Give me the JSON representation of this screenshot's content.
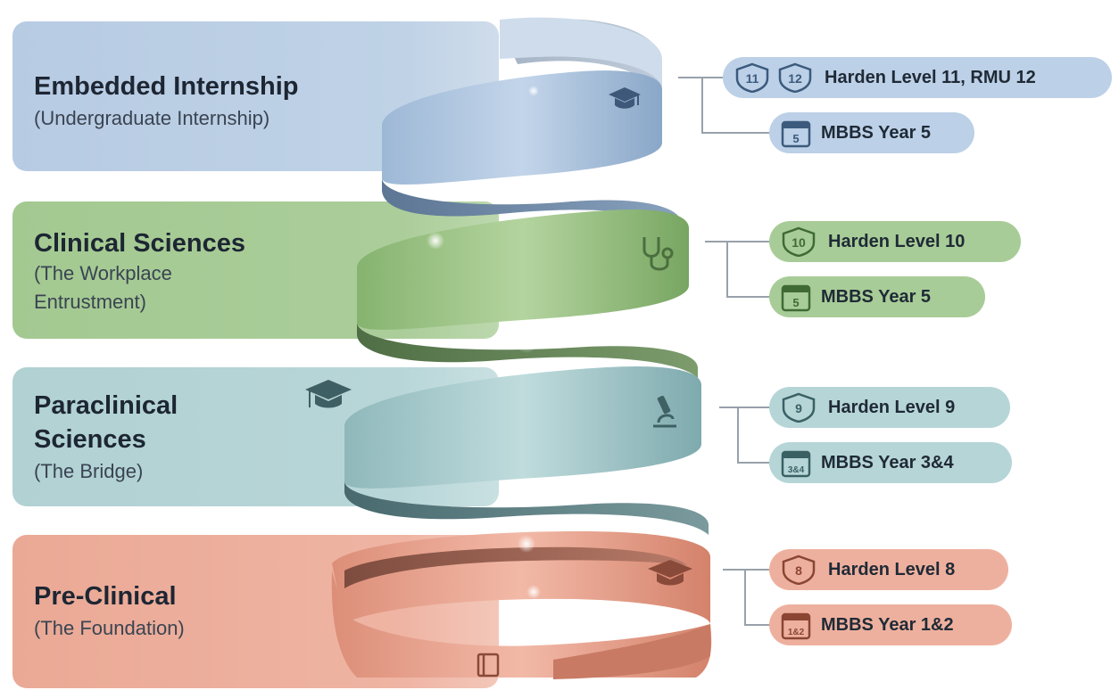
{
  "colors": {
    "blue": "#b9cde4",
    "green": "#a6ca94",
    "teal": "#b4d3d5",
    "salmon": "#ecab98"
  },
  "stages": [
    {
      "title": "Embedded Internship",
      "subtitle": "(Undergraduate Internship)",
      "level_badges": [
        "11",
        "12"
      ],
      "level_label": "Harden Level 11, RMU 12",
      "year_badge": "5",
      "year_label": "MBBS Year 5",
      "icon": "graduation-cap-icon"
    },
    {
      "title": "Clinical Sciences",
      "subtitle_lines": [
        "(The Workplace",
        "Entrustment)"
      ],
      "level_badges": [
        "10"
      ],
      "level_label": "Harden Level 10",
      "year_badge": "5",
      "year_label": "MBBS Year 5",
      "icon": "stethoscope-icon"
    },
    {
      "title_lines": [
        "Paraclinical",
        "Sciences"
      ],
      "subtitle": "(The Bridge)",
      "level_badges": [
        "9"
      ],
      "level_label": "Harden Level 9",
      "year_badge": "3&4",
      "year_label": "MBBS Year 3&4",
      "icon": "microscope-icon"
    },
    {
      "title": "Pre-Clinical",
      "subtitle": "(The Foundation)",
      "level_badges": [
        "8"
      ],
      "level_label": "Harden Level 8",
      "year_badge": "1&2",
      "year_label": "MBBS Year 1&2",
      "icon": "book-icon"
    }
  ]
}
